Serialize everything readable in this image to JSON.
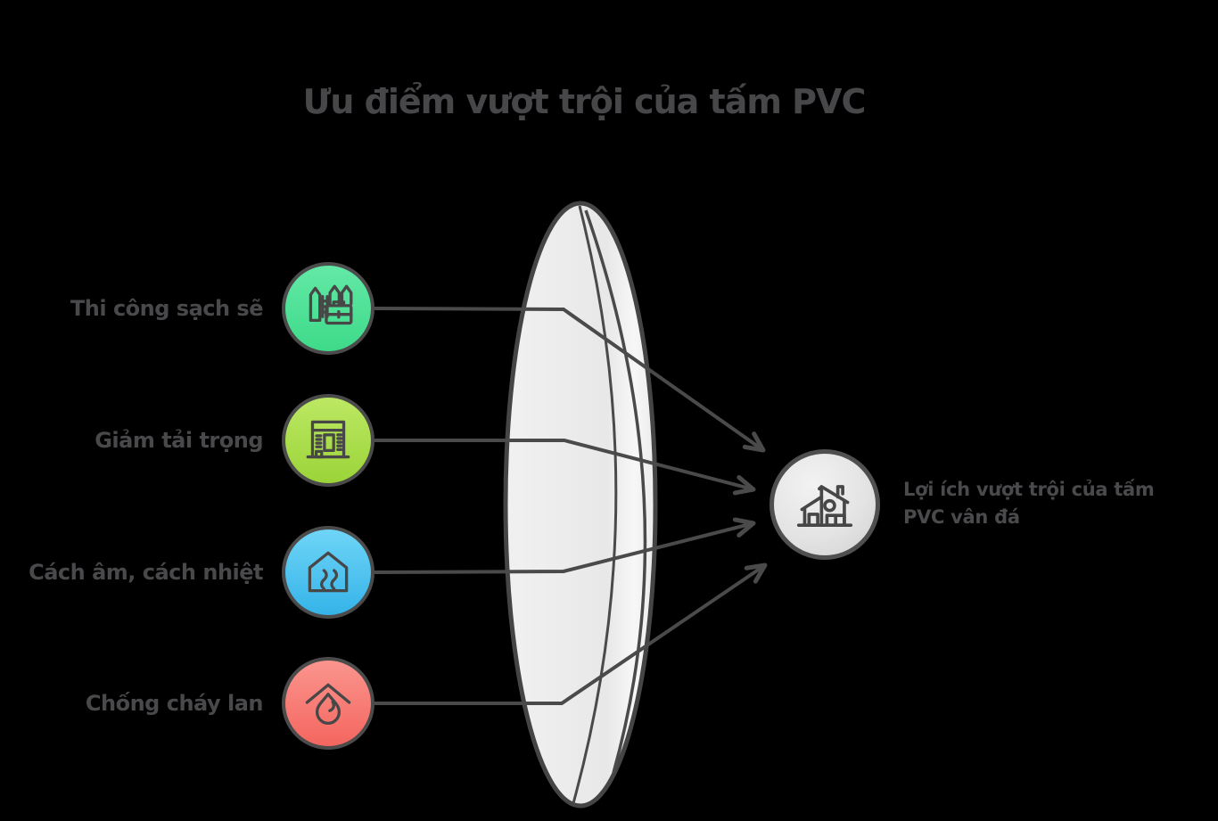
{
  "title": "Ưu điểm vượt trội của tấm PVC",
  "features": [
    {
      "label": "Thi công sạch sẽ",
      "icon": "construction-site-icon",
      "circle_color_top": "#63e9a6",
      "circle_color_bottom": "#3eda89"
    },
    {
      "label": "Giảm tải trọng",
      "icon": "building-icon",
      "circle_color_top": "#bce863",
      "circle_color_bottom": "#9bd439"
    },
    {
      "label": "Cách âm, cách nhiệt",
      "icon": "insulated-house-icon",
      "circle_color_top": "#6fd5f7",
      "circle_color_bottom": "#35b3e8"
    },
    {
      "label": "Chống cháy lan",
      "icon": "fire-protection-icon",
      "circle_color_top": "#fa958e",
      "circle_color_bottom": "#f4665f"
    }
  ],
  "result": {
    "lines": [
      "Lợi ích vượt trội của tấm",
      "PVC vân đá"
    ],
    "icon": "modern-house-icon",
    "circle_color_top": "#f2f2f2",
    "circle_color_bottom": "#d0d0d0"
  },
  "colors": {
    "background": "#000000",
    "text": "#47474a",
    "line": "#4a4a4a",
    "icon_stroke": "#474747",
    "circle_border": "#4b4b4b",
    "lens_fill": "#ececec",
    "lens_stroke": "#454545"
  }
}
